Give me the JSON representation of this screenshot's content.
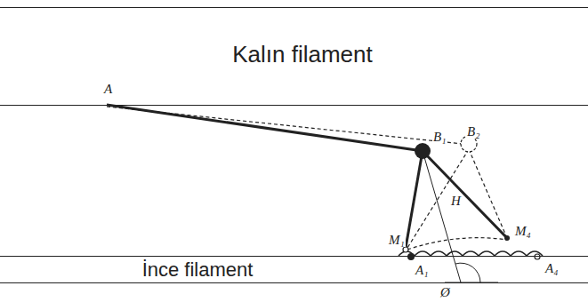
{
  "diagram": {
    "nodes": [
      {
        "text": [
          "Kalın filament"
        ]
      },
      {
        "text": [
          "İnce filament"
        ]
      }
    ],
    "labels": [
      "A",
      "B₁",
      "B₂",
      "H",
      "M₁",
      "M₄",
      "A₁",
      "A₄",
      "Ø"
    ]
  }
}
